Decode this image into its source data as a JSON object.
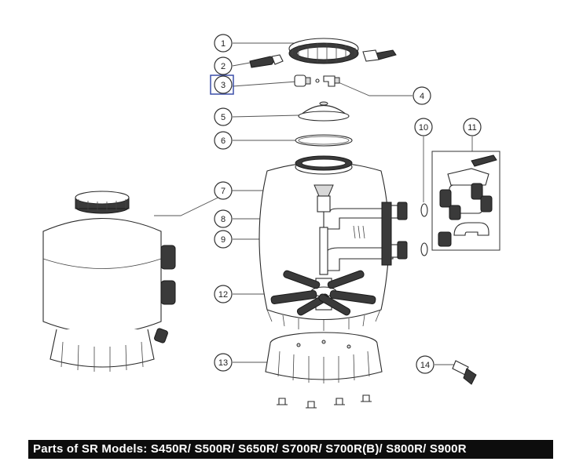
{
  "caption": "Parts of SR Models: S450R/ S500R/ S650R/ S700R/ S700R(B)/ S800R/ S900R",
  "callouts": [
    {
      "id": "1",
      "label": "1"
    },
    {
      "id": "2",
      "label": "2"
    },
    {
      "id": "3",
      "label": "3"
    },
    {
      "id": "4",
      "label": "4"
    },
    {
      "id": "5",
      "label": "5"
    },
    {
      "id": "6",
      "label": "6"
    },
    {
      "id": "7",
      "label": "7"
    },
    {
      "id": "8",
      "label": "8"
    },
    {
      "id": "9",
      "label": "9"
    },
    {
      "id": "10",
      "label": "10"
    },
    {
      "id": "11",
      "label": "11"
    },
    {
      "id": "12",
      "label": "12"
    },
    {
      "id": "13",
      "label": "13"
    },
    {
      "id": "14",
      "label": "14"
    }
  ],
  "colors": {
    "caption_bg": "#0d0d0d",
    "caption_text": "#ffffff",
    "highlight_box": "#3b4fa8"
  }
}
